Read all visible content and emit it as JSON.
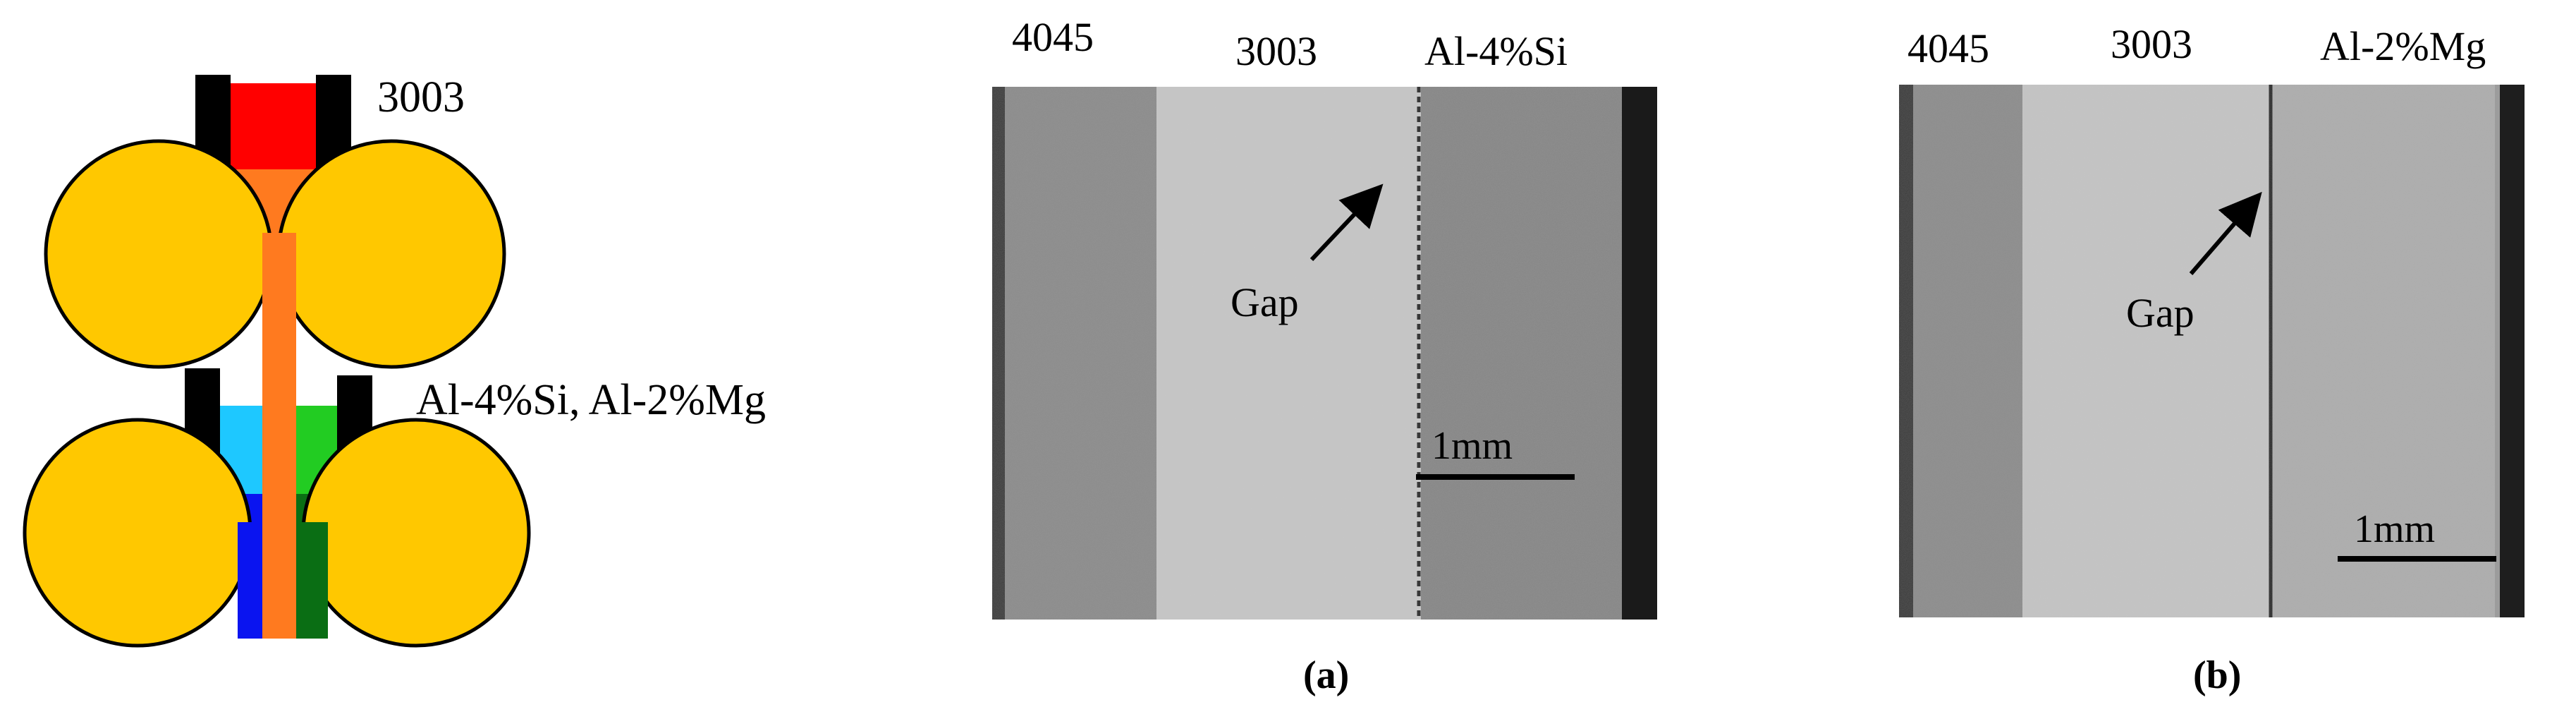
{
  "schematic": {
    "top_label": "3003",
    "bottom_label": "Al-4%Si, Al-2%Mg",
    "colors": {
      "roll": "#FFC800",
      "core_melt": "#FF0000",
      "core_strip": "#FF7A1F",
      "clad_left": "#1EC8FF",
      "clad_left_strip": "#0A14F0",
      "clad_right": "#22CC22",
      "clad_right_strip": "#0A6E14",
      "nozzle": "#000000"
    }
  },
  "panel_a": {
    "labels": [
      "4045",
      "3003",
      "Al-4%Si"
    ],
    "gap_label": "Gap",
    "scale_label": "1mm",
    "caption": "(a)"
  },
  "panel_b": {
    "labels": [
      "4045",
      "3003",
      "Al-2%Mg"
    ],
    "gap_label": "Gap",
    "scale_label": "1mm",
    "caption": "(b)"
  }
}
